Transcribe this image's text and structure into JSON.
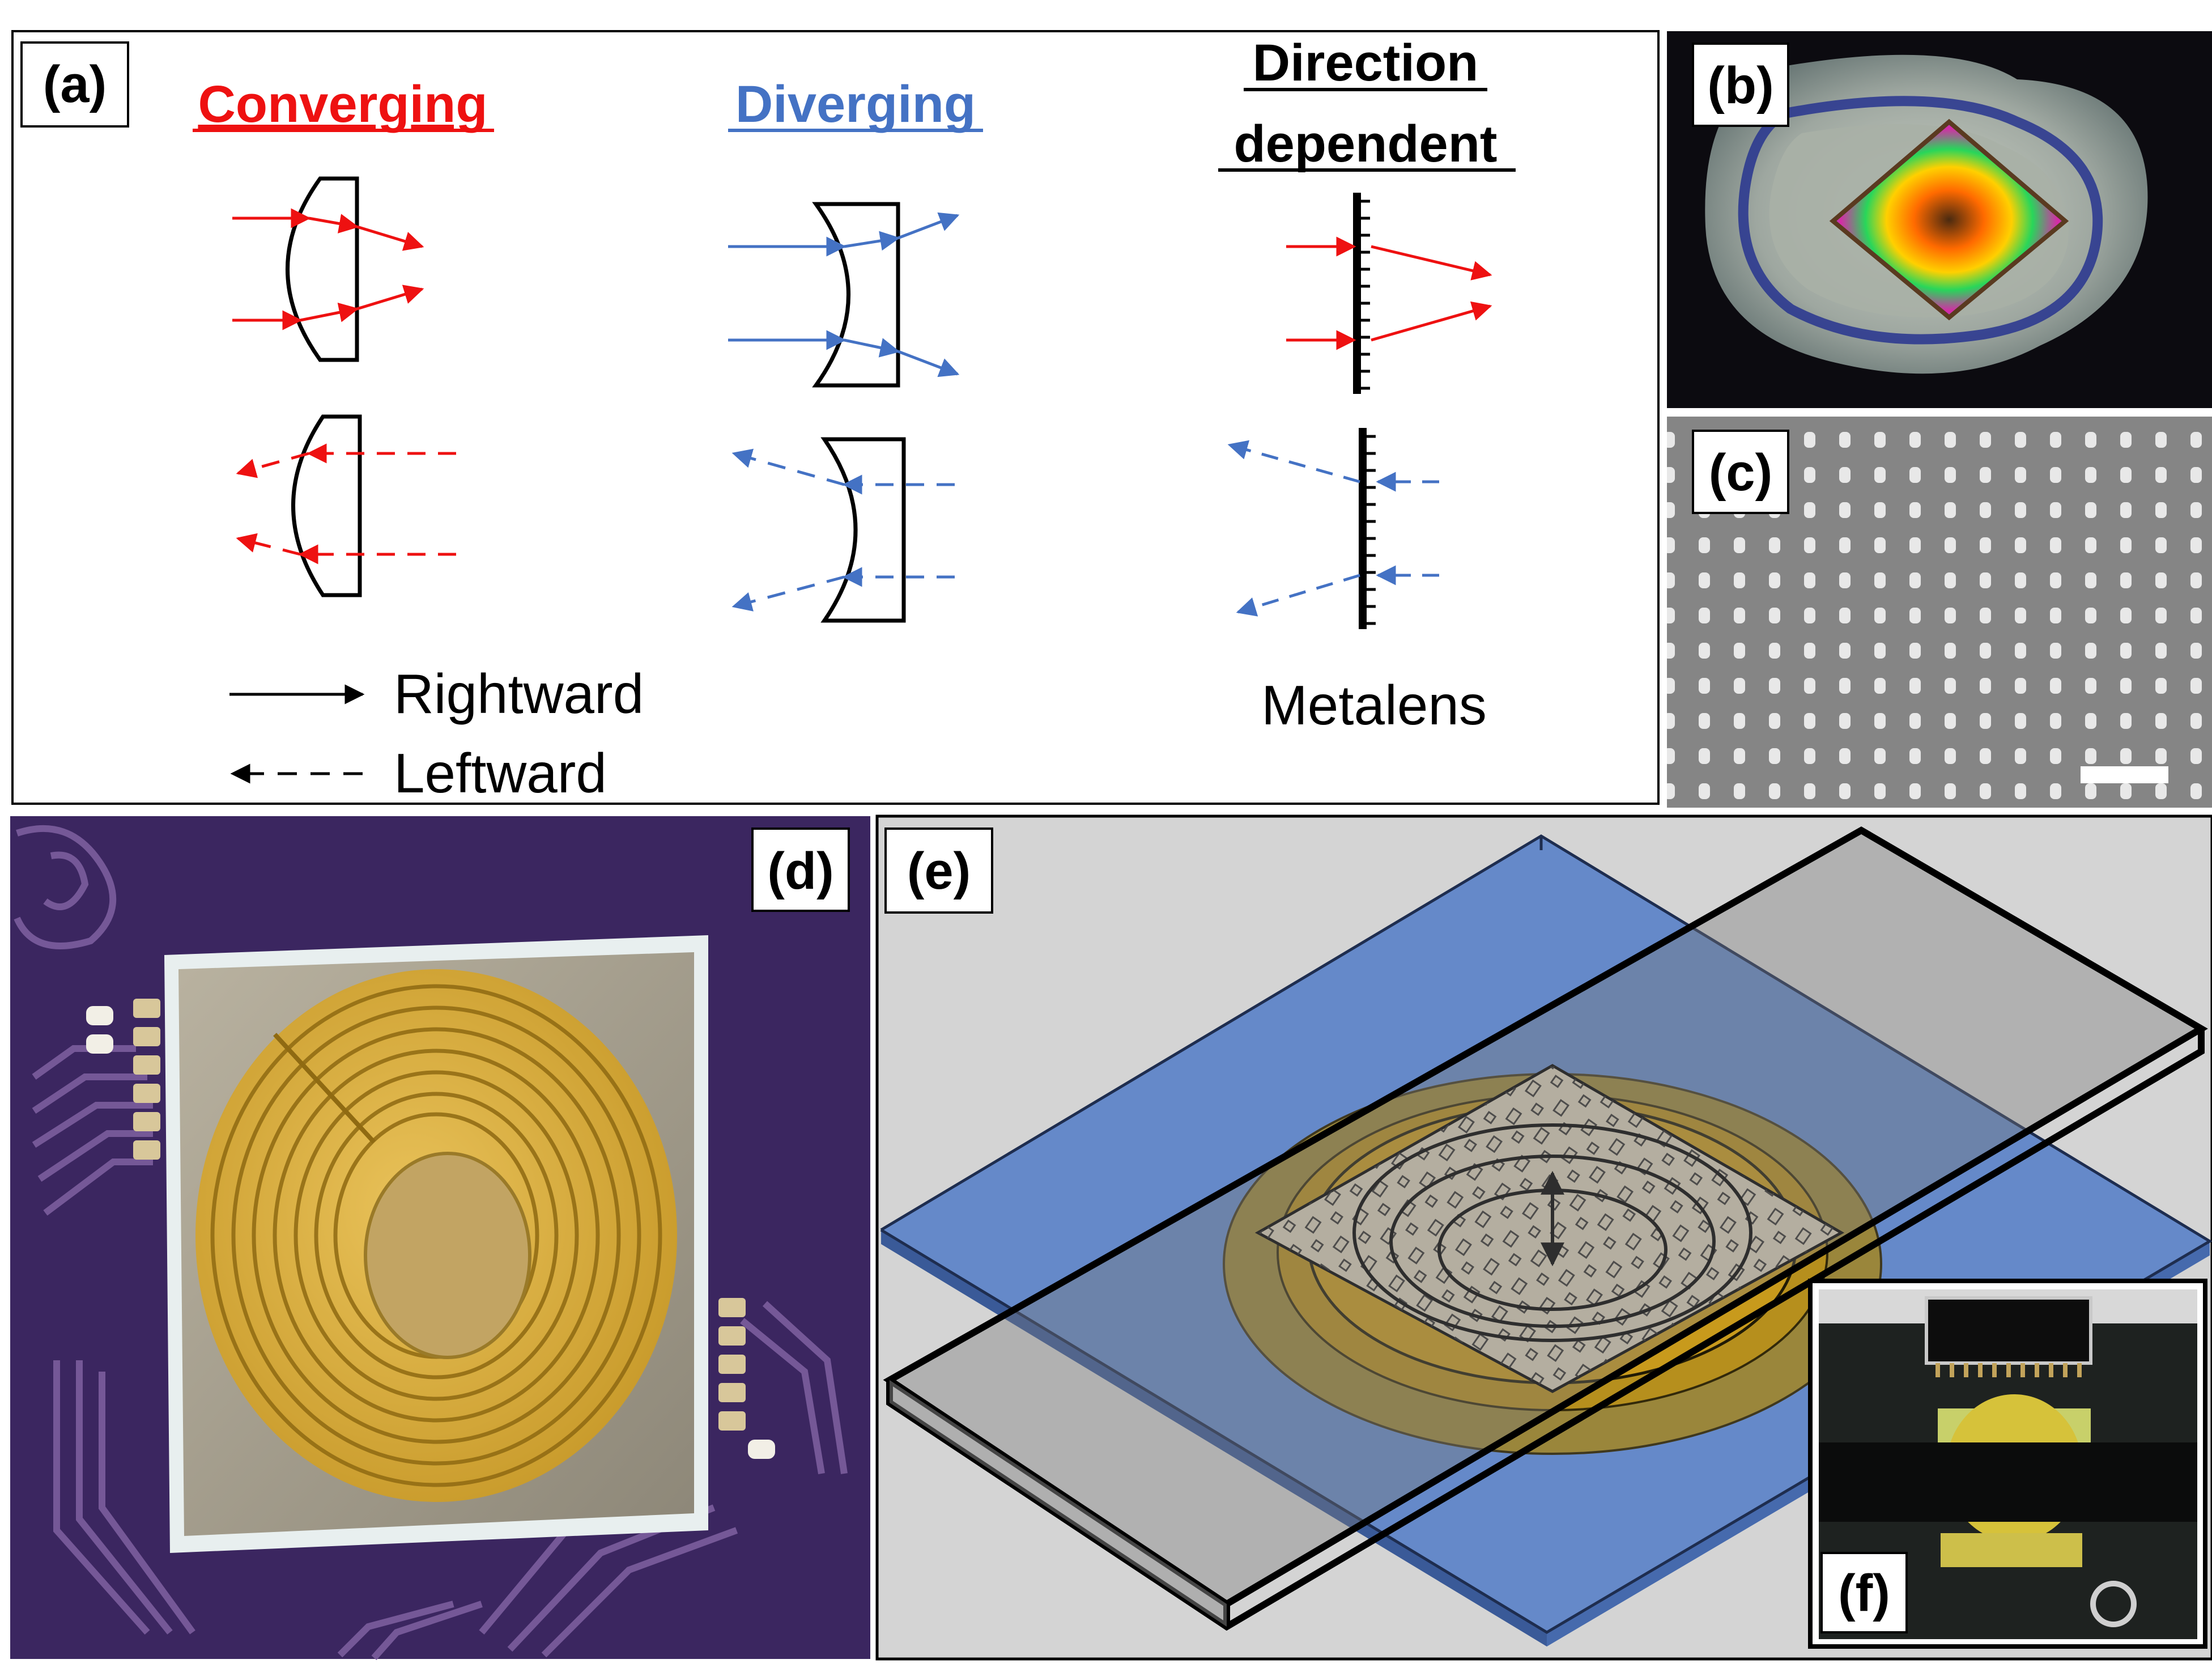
{
  "panels": {
    "a": {
      "label": "(a)",
      "headings": {
        "converging": "Converging",
        "diverging": "Diverging",
        "direction_line1": "Direction",
        "direction_line2": "dependent"
      },
      "legend": {
        "rightward": "Rightward",
        "leftward": "Leftward"
      },
      "metalens_label": "Metalens"
    },
    "b": {
      "label": "(b)"
    },
    "c": {
      "label": "(c)"
    },
    "d": {
      "label": "(d)"
    },
    "e": {
      "label": "(e)"
    },
    "f": {
      "label": "(f)"
    }
  },
  "colors": {
    "converging": "#ee1111",
    "diverging": "#4472c4",
    "glass": "#5b82c8",
    "gold": "#c9a21e",
    "pcb": "#3b2660",
    "sem_background": "#8a8a8a"
  }
}
